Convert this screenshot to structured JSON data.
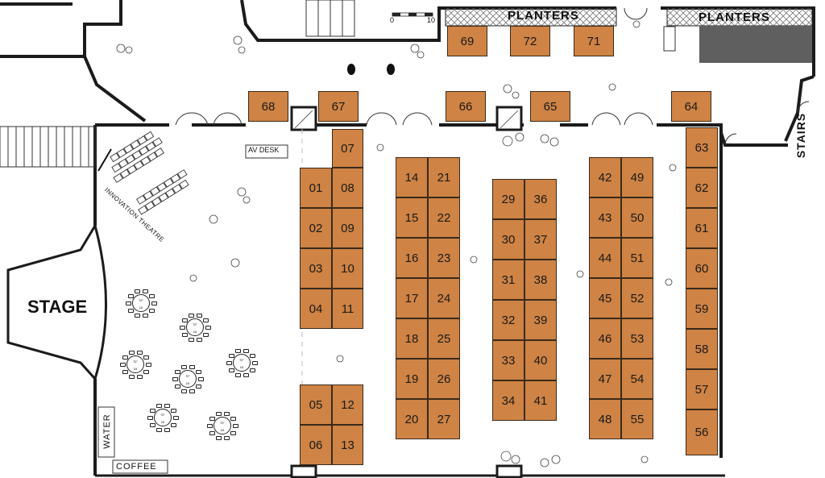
{
  "colors": {
    "booth": "#cf8344",
    "wall": "#1b1b1b",
    "storage": "#5f5f5f"
  },
  "labels": {
    "planters_left": "PLANTERS",
    "planters_right": "PLANTERS",
    "stairs": "STAIRS",
    "stage": "STAGE",
    "av_desk": "AV DESK",
    "innovation_theatre": "INNOVATION THEATRE",
    "water": "WATER",
    "coffee": "COFFEE",
    "scale_start": "0",
    "scale_end": "10",
    "table_size": "72\"",
    "table_seats": "10"
  },
  "booths": [
    "69",
    "72",
    "71",
    "68",
    "67",
    "66",
    "65",
    "64",
    "07",
    "01",
    "08",
    "02",
    "09",
    "03",
    "10",
    "04",
    "11",
    "05",
    "12",
    "06",
    "13",
    "14",
    "21",
    "15",
    "22",
    "16",
    "23",
    "17",
    "24",
    "18",
    "25",
    "19",
    "26",
    "20",
    "27",
    "29",
    "36",
    "30",
    "37",
    "31",
    "38",
    "32",
    "39",
    "33",
    "40",
    "34",
    "41",
    "42",
    "49",
    "43",
    "50",
    "44",
    "51",
    "45",
    "52",
    "46",
    "53",
    "47",
    "54",
    "48",
    "55",
    "63",
    "62",
    "61",
    "60",
    "59",
    "58",
    "57",
    "56"
  ]
}
